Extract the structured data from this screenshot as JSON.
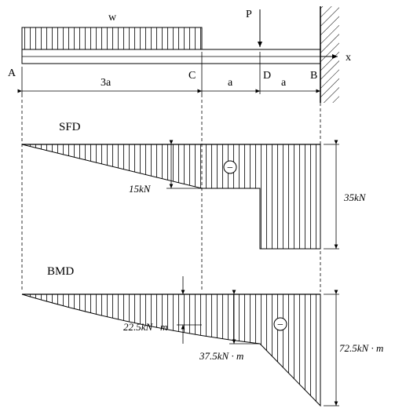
{
  "beam": {
    "load_label": "w",
    "force_label": "P",
    "axis_label": "x",
    "points": {
      "A": "A",
      "B": "B",
      "C": "C",
      "D": "D"
    },
    "dims": {
      "ac": "3a",
      "cd": "a",
      "db": "a"
    }
  },
  "sfd": {
    "title": "SFD",
    "sign": "−",
    "value_c": "15kN",
    "value_end": "35kN"
  },
  "bmd": {
    "title": "BMD",
    "sign": "−",
    "value_c": "22.5kN · m",
    "value_d": "37.5kN · m",
    "value_end": "72.5kN · m"
  }
}
